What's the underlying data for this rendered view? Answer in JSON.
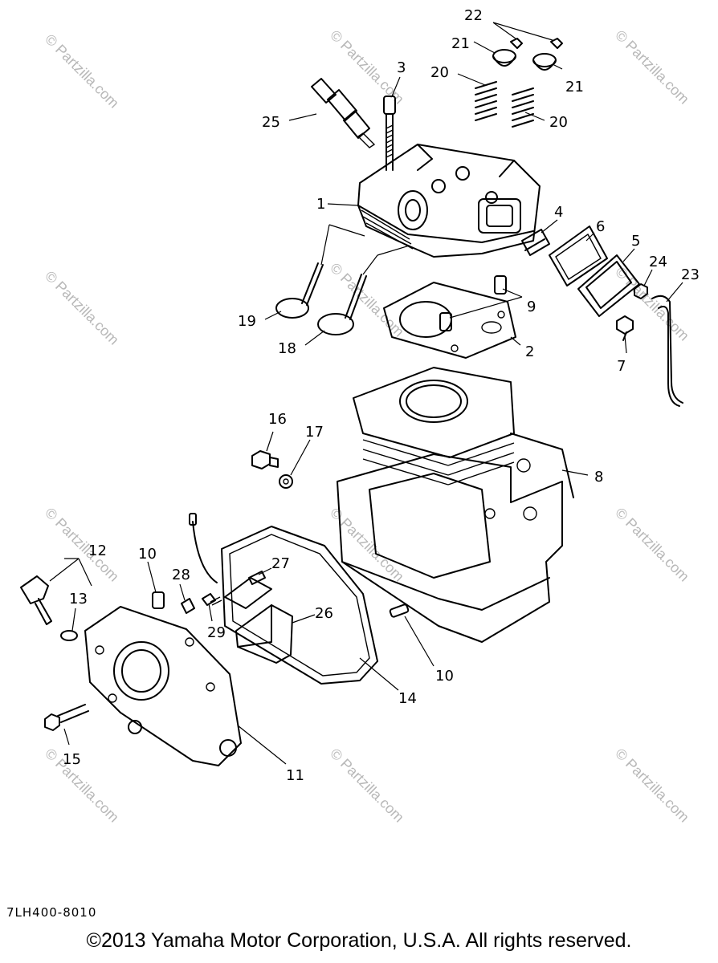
{
  "diagram": {
    "callouts": [
      {
        "id": "22",
        "text": "22"
      },
      {
        "id": "21a",
        "text": "21"
      },
      {
        "id": "21b",
        "text": "21"
      },
      {
        "id": "20a",
        "text": "20"
      },
      {
        "id": "20b",
        "text": "20"
      },
      {
        "id": "3",
        "text": "3"
      },
      {
        "id": "25",
        "text": "25"
      },
      {
        "id": "1",
        "text": "1"
      },
      {
        "id": "4",
        "text": "4"
      },
      {
        "id": "6",
        "text": "6"
      },
      {
        "id": "5",
        "text": "5"
      },
      {
        "id": "24",
        "text": "24"
      },
      {
        "id": "23",
        "text": "23"
      },
      {
        "id": "9",
        "text": "9"
      },
      {
        "id": "19",
        "text": "19"
      },
      {
        "id": "18",
        "text": "18"
      },
      {
        "id": "2",
        "text": "2"
      },
      {
        "id": "7",
        "text": "7"
      },
      {
        "id": "16",
        "text": "16"
      },
      {
        "id": "17",
        "text": "17"
      },
      {
        "id": "8",
        "text": "8"
      },
      {
        "id": "12",
        "text": "12"
      },
      {
        "id": "10a",
        "text": "10"
      },
      {
        "id": "28",
        "text": "28"
      },
      {
        "id": "27",
        "text": "27"
      },
      {
        "id": "13",
        "text": "13"
      },
      {
        "id": "29",
        "text": "29"
      },
      {
        "id": "26",
        "text": "26"
      },
      {
        "id": "10b",
        "text": "10"
      },
      {
        "id": "14",
        "text": "14"
      },
      {
        "id": "15",
        "text": "15"
      },
      {
        "id": "11",
        "text": "11"
      }
    ],
    "watermark": "© Partzilla.com",
    "part_code": "7LH400-8010"
  },
  "footer": {
    "copyright": "©2013 Yamaha Motor Corporation, U.S.A. All rights reserved."
  }
}
